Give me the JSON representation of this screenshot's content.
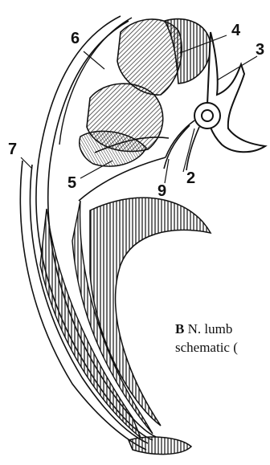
{
  "figure": {
    "callouts": {
      "c2": "2",
      "c3": "3",
      "c4": "4",
      "c5": "5",
      "c6": "6",
      "c7": "7",
      "c9": "9"
    },
    "caption": {
      "letter": "B",
      "line1": "N. lumb",
      "line2": "schematic ("
    }
  }
}
